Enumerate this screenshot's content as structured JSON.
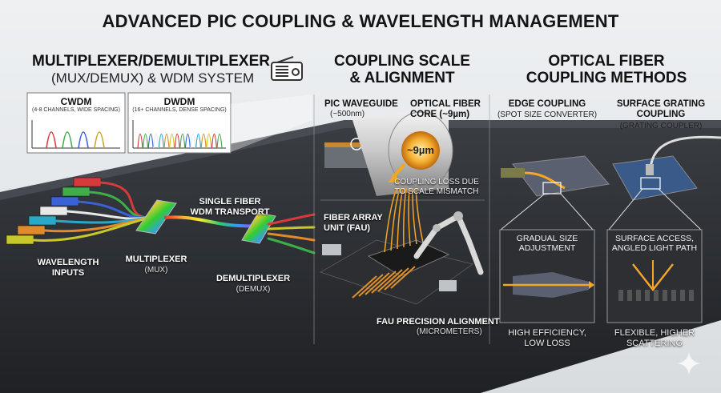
{
  "title": "ADVANCED PIC COUPLING & WAVELENGTH MANAGEMENT",
  "mux_section": {
    "heading": "MULTIPLEXER/DEMULTIPLEXER",
    "subheading": "(MUX/DEMUX) & WDM SYSTEM",
    "icon": "radio-icon",
    "cwdm": {
      "label": "CWDM",
      "desc": "(4-8 CHANNELS, WIDE SPACING)"
    },
    "dwdm": {
      "label": "DWDM",
      "desc": "(16+ CHANNELS, DENSE SPACING)"
    },
    "wavelength_inputs": "WAVELENGTH\nINPUTS",
    "multiplexer": "MULTIPLEXER",
    "multiplexer_abbr": "(MUX)",
    "single_fiber": "SINGLE FIBER\nWDM TRANSPORT",
    "demultiplexer": "DEMULTIPLEXER",
    "demultiplexer_abbr": "(DEMUX)"
  },
  "coupling_section": {
    "heading": "COUPLING SCALE\n& ALIGNMENT",
    "pic_waveguide": "PIC WAVEGUIDE",
    "pic_waveguide_size": "(~500nm)",
    "fiber_core": "OPTICAL FIBER\nCORE (~9µm)",
    "core_size": "~9µm",
    "loss_note": "COUPLING LOSS DUE\nTO SCALE MISMATCH",
    "fau": "FIBER ARRAY\nUNIT (FAU)",
    "fau_alignment": "FAU PRECISION ALIGNMENT",
    "fau_alignment_sub": "(MICROMETERS)"
  },
  "fiber_section": {
    "heading": "OPTICAL FIBER\nCOUPLING METHODS",
    "edge": {
      "title": "EDGE COUPLING",
      "sub": "(SPOT SIZE CONVERTER)",
      "detail": "GRADUAL SIZE\nADJUSTMENT",
      "result": "HIGH EFFICIENCY,\nLOW LOSS"
    },
    "grating": {
      "title": "SURFACE GRATING\nCOUPLING",
      "sub": "(GRATING COUPLER)",
      "detail": "SURFACE ACCESS,\nANGLED LIGHT PATH",
      "result": "FLEXIBLE, HIGHER\nSCATTERING"
    }
  },
  "channel_colors": [
    "#d63a3a",
    "#3fae4a",
    "#3a62d6",
    "#e8e8e8",
    "#2aa8c8",
    "#e08a2a",
    "#c8c82a"
  ],
  "accent": "#f5a623"
}
